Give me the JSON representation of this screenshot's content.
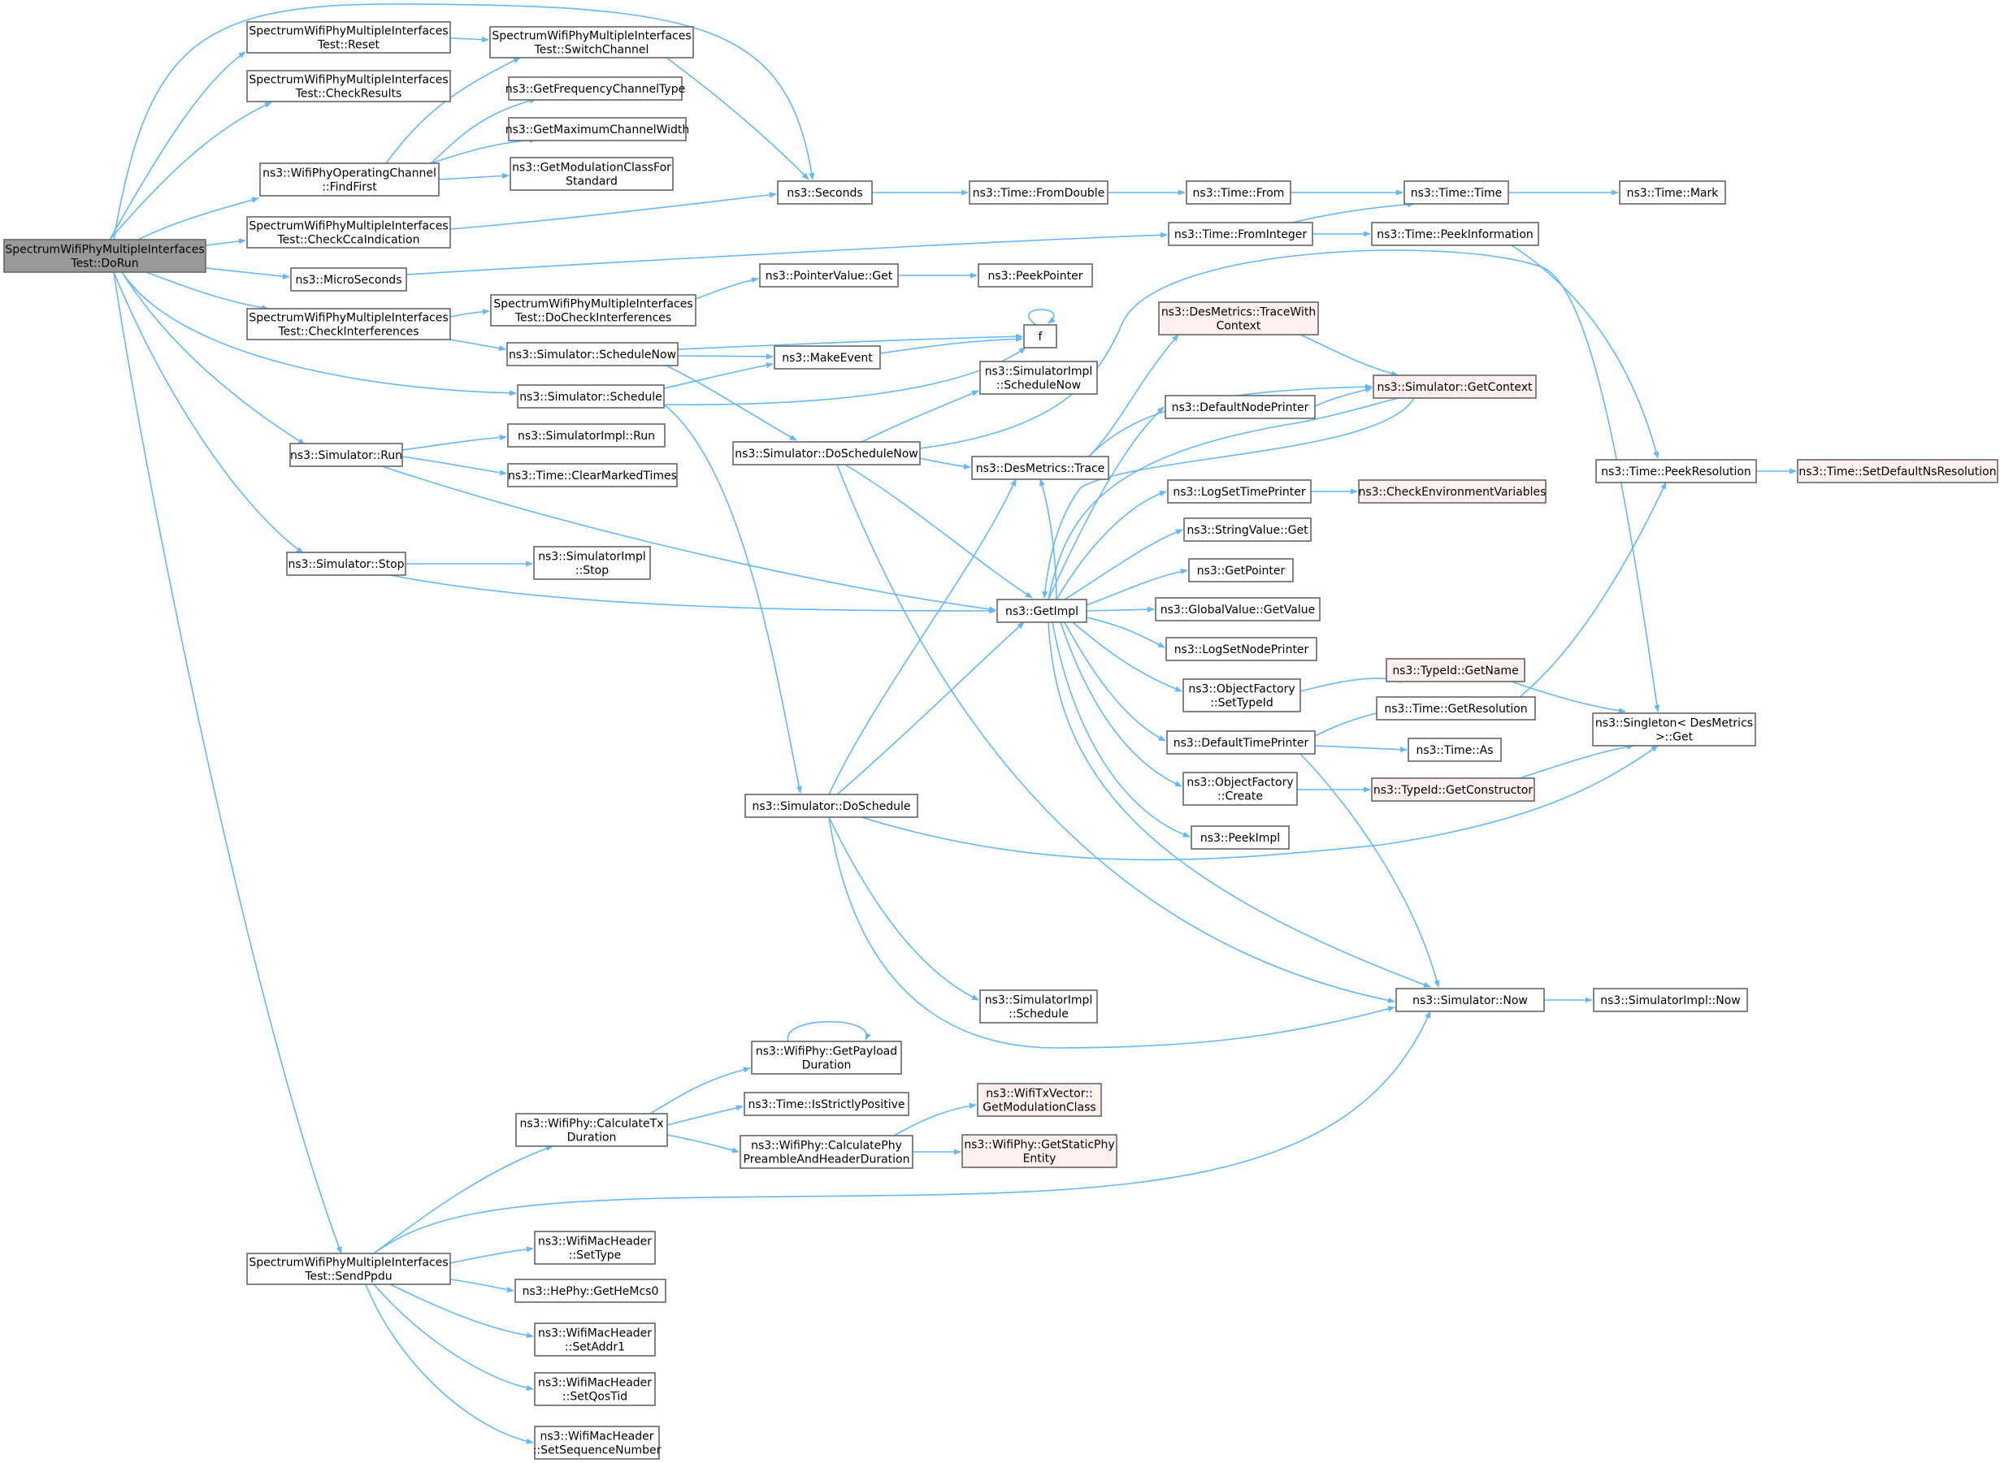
{
  "colors": {
    "node_fill": "#ffffff",
    "node_stroke": "#666666",
    "root_fill": "#999999",
    "red_stroke": "#ff0000",
    "red_fill": "#fff0f0",
    "edge": "#63b8ff"
  },
  "nodes": [
    {
      "id": "dorun",
      "lines": [
        "SpectrumWifiPhyMultipleInterfaces",
        "Test::DoRun"
      ],
      "style": "root"
    },
    {
      "id": "reset",
      "lines": [
        "SpectrumWifiPhyMultipleInterfaces",
        "Test::Reset"
      ],
      "style": "normal"
    },
    {
      "id": "switchch",
      "lines": [
        "SpectrumWifiPhyMultipleInterfaces",
        "Test::SwitchChannel"
      ],
      "style": "normal"
    },
    {
      "id": "checkres",
      "lines": [
        "SpectrumWifiPhyMultipleInterfaces",
        "Test::CheckResults"
      ],
      "style": "normal"
    },
    {
      "id": "getfreq",
      "lines": [
        "ns3::GetFrequencyChannelType"
      ],
      "style": "normal"
    },
    {
      "id": "getmaxcw",
      "lines": [
        "ns3::GetMaximumChannelWidth"
      ],
      "style": "normal"
    },
    {
      "id": "findfirst",
      "lines": [
        "ns3::WifiPhyOperatingChannel",
        "::FindFirst"
      ],
      "style": "normal"
    },
    {
      "id": "getmod",
      "lines": [
        "ns3::GetModulationClassFor",
        "Standard"
      ],
      "style": "normal"
    },
    {
      "id": "seconds",
      "lines": [
        "ns3::Seconds"
      ],
      "style": "normal"
    },
    {
      "id": "fromdouble",
      "lines": [
        "ns3::Time::FromDouble"
      ],
      "style": "normal"
    },
    {
      "id": "from",
      "lines": [
        "ns3::Time::From"
      ],
      "style": "normal"
    },
    {
      "id": "time",
      "lines": [
        "ns3::Time::Time"
      ],
      "style": "normal"
    },
    {
      "id": "mark",
      "lines": [
        "ns3::Time::Mark"
      ],
      "style": "normal"
    },
    {
      "id": "checkcca",
      "lines": [
        "SpectrumWifiPhyMultipleInterfaces",
        "Test::CheckCcaIndication"
      ],
      "style": "normal"
    },
    {
      "id": "frominteger",
      "lines": [
        "ns3::Time::FromInteger"
      ],
      "style": "normal"
    },
    {
      "id": "peekinfo",
      "lines": [
        "ns3::Time::PeekInformation"
      ],
      "style": "normal"
    },
    {
      "id": "microseconds",
      "lines": [
        "ns3::MicroSeconds"
      ],
      "style": "normal"
    },
    {
      "id": "docheckint",
      "lines": [
        "SpectrumWifiPhyMultipleInterfaces",
        "Test::DoCheckInterferences"
      ],
      "style": "normal"
    },
    {
      "id": "pvget",
      "lines": [
        "ns3::PointerValue::Get"
      ],
      "style": "normal"
    },
    {
      "id": "peekpointer",
      "lines": [
        "ns3::PeekPointer"
      ],
      "style": "normal"
    },
    {
      "id": "checkint",
      "lines": [
        "SpectrumWifiPhyMultipleInterfaces",
        "Test::CheckInterferences"
      ],
      "style": "normal"
    },
    {
      "id": "schednow",
      "lines": [
        "ns3::Simulator::ScheduleNow"
      ],
      "style": "normal"
    },
    {
      "id": "makeevent",
      "lines": [
        "ns3::MakeEvent"
      ],
      "style": "normal"
    },
    {
      "id": "f",
      "lines": [
        "f"
      ],
      "style": "normal"
    },
    {
      "id": "tracewith",
      "lines": [
        "ns3::DesMetrics::TraceWith",
        "Context"
      ],
      "style": "red"
    },
    {
      "id": "getcontext",
      "lines": [
        "ns3::Simulator::GetContext"
      ],
      "style": "red"
    },
    {
      "id": "schedule",
      "lines": [
        "ns3::Simulator::Schedule"
      ],
      "style": "normal"
    },
    {
      "id": "simimplschednow",
      "lines": [
        "ns3::SimulatorImpl",
        "::ScheduleNow"
      ],
      "style": "normal"
    },
    {
      "id": "defnodeprinter",
      "lines": [
        "ns3::DefaultNodePrinter"
      ],
      "style": "normal"
    },
    {
      "id": "run",
      "lines": [
        "ns3::Simulator::Run"
      ],
      "style": "normal"
    },
    {
      "id": "simimplrun",
      "lines": [
        "ns3::SimulatorImpl::Run"
      ],
      "style": "normal"
    },
    {
      "id": "doschednow",
      "lines": [
        "ns3::Simulator::DoScheduleNow"
      ],
      "style": "normal"
    },
    {
      "id": "trace",
      "lines": [
        "ns3::DesMetrics::Trace"
      ],
      "style": "normal"
    },
    {
      "id": "clearmarked",
      "lines": [
        "ns3::Time::ClearMarkedTimes"
      ],
      "style": "normal"
    },
    {
      "id": "logsettime",
      "lines": [
        "ns3::LogSetTimePrinter"
      ],
      "style": "normal"
    },
    {
      "id": "checkenv",
      "lines": [
        "ns3::CheckEnvironmentVariables"
      ],
      "style": "red"
    },
    {
      "id": "peekres",
      "lines": [
        "ns3::Time::PeekResolution"
      ],
      "style": "normal"
    },
    {
      "id": "setdefns",
      "lines": [
        "ns3::Time::SetDefaultNsResolution"
      ],
      "style": "red"
    },
    {
      "id": "stringget",
      "lines": [
        "ns3::StringValue::Get"
      ],
      "style": "normal"
    },
    {
      "id": "stop",
      "lines": [
        "ns3::Simulator::Stop"
      ],
      "style": "normal"
    },
    {
      "id": "simimplstop",
      "lines": [
        "ns3::SimulatorImpl",
        "::Stop"
      ],
      "style": "normal"
    },
    {
      "id": "getpointer",
      "lines": [
        "ns3::GetPointer"
      ],
      "style": "normal"
    },
    {
      "id": "getimpl",
      "lines": [
        "ns3::GetImpl"
      ],
      "style": "normal"
    },
    {
      "id": "globalget",
      "lines": [
        "ns3::GlobalValue::GetValue"
      ],
      "style": "normal"
    },
    {
      "id": "logsetnode",
      "lines": [
        "ns3::LogSetNodePrinter"
      ],
      "style": "normal"
    },
    {
      "id": "typeidgetname",
      "lines": [
        "ns3::TypeId::GetName"
      ],
      "style": "red"
    },
    {
      "id": "ofsettypeid",
      "lines": [
        "ns3::ObjectFactory",
        "::SetTypeId"
      ],
      "style": "normal"
    },
    {
      "id": "getresolution",
      "lines": [
        "ns3::Time::GetResolution"
      ],
      "style": "normal"
    },
    {
      "id": "singleton",
      "lines": [
        "ns3::Singleton< DesMetrics",
        ">::Get"
      ],
      "style": "normal"
    },
    {
      "id": "deftimeprinter",
      "lines": [
        "ns3::DefaultTimePrinter"
      ],
      "style": "normal"
    },
    {
      "id": "timeas",
      "lines": [
        "ns3::Time::As"
      ],
      "style": "normal"
    },
    {
      "id": "ofcreate",
      "lines": [
        "ns3::ObjectFactory",
        "::Create"
      ],
      "style": "normal"
    },
    {
      "id": "getconstructor",
      "lines": [
        "ns3::TypeId::GetConstructor"
      ],
      "style": "red"
    },
    {
      "id": "doschedule",
      "lines": [
        "ns3::Simulator::DoSchedule"
      ],
      "style": "normal"
    },
    {
      "id": "peekimpl",
      "lines": [
        "ns3::PeekImpl"
      ],
      "style": "normal"
    },
    {
      "id": "simimplsched",
      "lines": [
        "ns3::SimulatorImpl",
        "::Schedule"
      ],
      "style": "normal"
    },
    {
      "id": "simnow",
      "lines": [
        "ns3::Simulator::Now"
      ],
      "style": "normal"
    },
    {
      "id": "simimplnow",
      "lines": [
        "ns3::SimulatorImpl::Now"
      ],
      "style": "normal"
    },
    {
      "id": "getpayload",
      "lines": [
        "ns3::WifiPhy::GetPayload",
        "Duration"
      ],
      "style": "normal"
    },
    {
      "id": "isstrictpos",
      "lines": [
        "ns3::Time::IsStrictlyPositive"
      ],
      "style": "normal"
    },
    {
      "id": "getmodclass",
      "lines": [
        "ns3::WifiTxVector::",
        "GetModulationClass"
      ],
      "style": "red"
    },
    {
      "id": "calctx",
      "lines": [
        "ns3::WifiPhy::CalculateTx",
        "Duration"
      ],
      "style": "normal"
    },
    {
      "id": "calcpre",
      "lines": [
        "ns3::WifiPhy::CalculatePhy",
        "PreambleAndHeaderDuration"
      ],
      "style": "normal"
    },
    {
      "id": "getstaticphy",
      "lines": [
        "ns3::WifiPhy::GetStaticPhy",
        "Entity"
      ],
      "style": "red"
    },
    {
      "id": "settype",
      "lines": [
        "ns3::WifiMacHeader",
        "::SetType"
      ],
      "style": "normal"
    },
    {
      "id": "sendppdu",
      "lines": [
        "SpectrumWifiPhyMultipleInterfaces",
        "Test::SendPpdu"
      ],
      "style": "normal"
    },
    {
      "id": "getmcs0",
      "lines": [
        "ns3::HePhy::GetHeMcs0"
      ],
      "style": "normal"
    },
    {
      "id": "setaddr1",
      "lines": [
        "ns3::WifiMacHeader",
        "::SetAddr1"
      ],
      "style": "normal"
    },
    {
      "id": "setqostid",
      "lines": [
        "ns3::WifiMacHeader",
        "::SetQosTid"
      ],
      "style": "normal"
    },
    {
      "id": "setseqnum",
      "lines": [
        "ns3::WifiMacHeader",
        "::SetSequenceNumber"
      ],
      "style": "normal"
    }
  ]
}
